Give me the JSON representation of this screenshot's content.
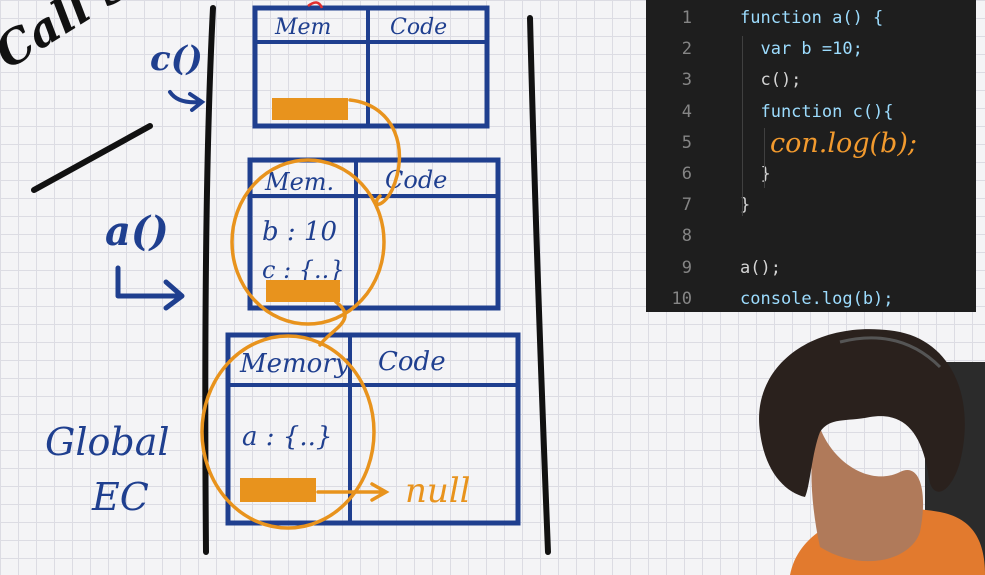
{
  "whiteboard": {
    "call_stack_label": "Call Stack",
    "c_call_label": "c()",
    "a_call_label": "a()",
    "global_ec_label_line1": "Global",
    "global_ec_label_line2": "EC",
    "context_c": {
      "memory_header": "Mem",
      "code_header": "Code"
    },
    "context_a": {
      "memory_header": "Mem.",
      "code_header": "Code",
      "entry_b": "b : 10",
      "entry_c": "c : {..}"
    },
    "context_global": {
      "memory_header": "Memory",
      "code_header": "Code",
      "entry_a": "a : {..}"
    },
    "null_label": "null",
    "colors": {
      "ink_black": "#111111",
      "ink_blue": "#1f3f8f",
      "highlight_orange": "#e8931d"
    }
  },
  "code_editor": {
    "lines": [
      {
        "num": "1",
        "text": "function a() {"
      },
      {
        "num": "2",
        "text": "  var b =10;"
      },
      {
        "num": "3",
        "text": "  c();"
      },
      {
        "num": "4",
        "text": "  function c(){"
      },
      {
        "num": "5",
        "text": ""
      },
      {
        "num": "6",
        "text": "  }"
      },
      {
        "num": "7",
        "text": "}"
      },
      {
        "num": "8",
        "text": ""
      },
      {
        "num": "9",
        "text": "a();"
      },
      {
        "num": "10",
        "text": "console.log(b);"
      }
    ],
    "handwritten_line5": "con.log(b);",
    "background": "#1e1e1e"
  },
  "presenter": {
    "icon": "person-webcam-icon"
  }
}
